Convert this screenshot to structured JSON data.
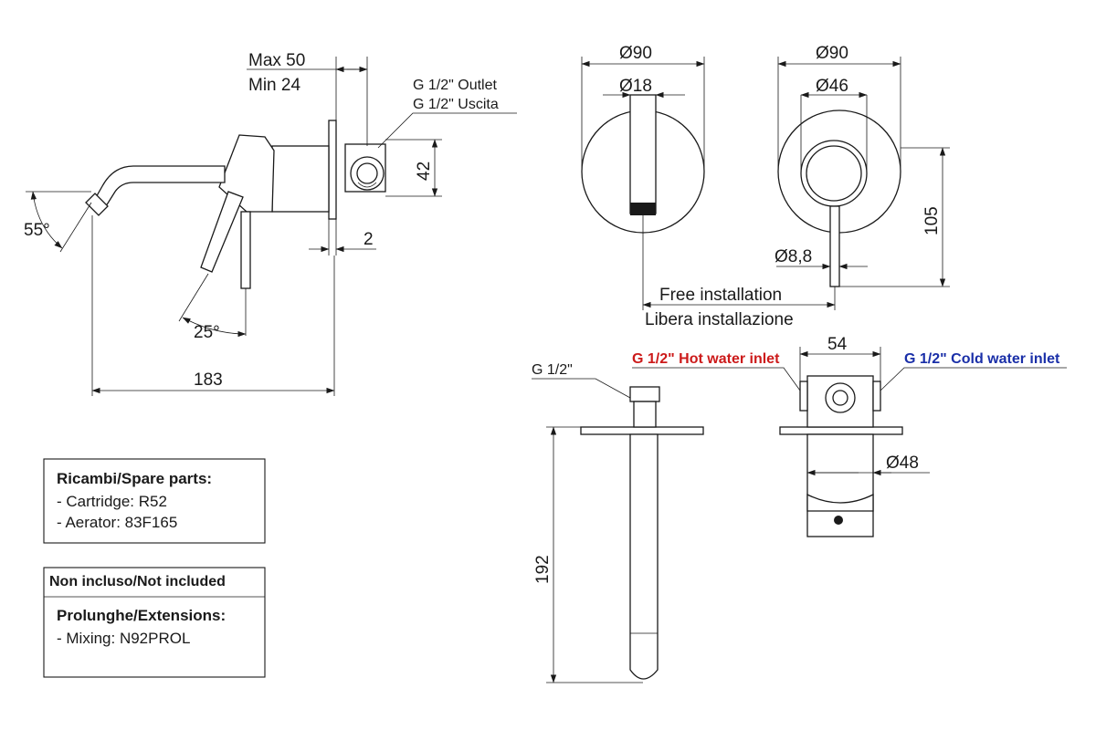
{
  "side_view": {
    "max_label": "Max 50",
    "min_label": "Min 24",
    "outlet_label_1": "G 1/2\" Outlet",
    "outlet_label_2": "G 1/2\" Uscita",
    "dim_42": "42",
    "dim_2": "2",
    "angle_55": "55°",
    "angle_25": "25°",
    "dim_183": "183"
  },
  "front_spout": {
    "dia_90": "Ø90",
    "dia_18": "Ø18"
  },
  "front_mixer": {
    "dia_90": "Ø90",
    "dia_46": "Ø46",
    "dim_105": "105",
    "dia_8_8": "Ø8,8"
  },
  "free_installation": {
    "line_1": "Free installation",
    "line_2": "Libera installazione"
  },
  "spout_body": {
    "g12_label": "G 1/2\"",
    "dim_192": "192"
  },
  "mixer_body": {
    "hot_inlet": "G 1/2\" Hot water inlet",
    "cold_inlet": "G 1/2\" Cold water inlet",
    "dim_54": "54",
    "dia_48": "Ø48"
  },
  "spare_parts": {
    "title": "Ricambi/Spare parts:",
    "item_1": "- Cartridge: R52",
    "item_2": "- Aerator: 83F165"
  },
  "not_included": {
    "header": "Non incluso/Not included",
    "title": "Prolunghe/Extensions:",
    "item_1": "- Mixing: N92PROL"
  },
  "colors": {
    "hot": "#cc1a1a",
    "cold": "#1a2fa8",
    "line": "#1a1a1a"
  }
}
